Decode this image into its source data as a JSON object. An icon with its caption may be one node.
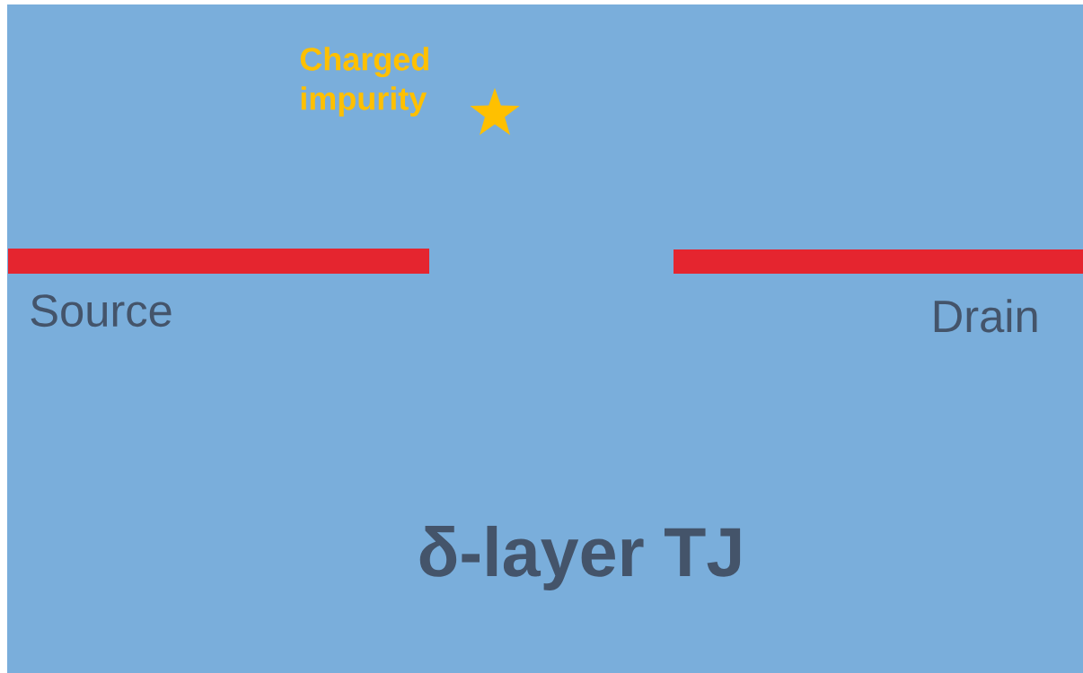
{
  "diagram": {
    "title": "δ-layer TJ",
    "nodes": [
      {
        "text": [],
        "shape": "star",
        "beside": [
          "Charged impurity"
        ]
      },
      {
        "text": [],
        "shape": "bar",
        "beside": [
          "Source"
        ]
      },
      {
        "text": [],
        "shape": "bar",
        "beside": [
          "Drain"
        ]
      }
    ]
  }
}
